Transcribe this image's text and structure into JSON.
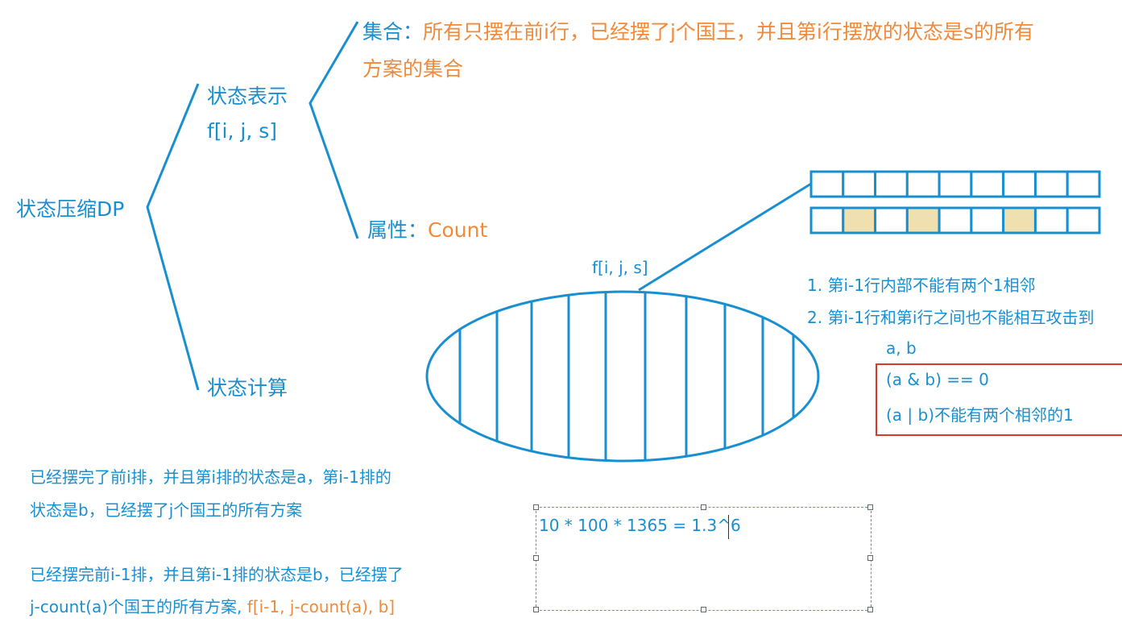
{
  "root": {
    "label": "状态压缩DP"
  },
  "state_repr": {
    "label": "状态表示",
    "notation": "f[i, j, s]"
  },
  "set": {
    "label": "集合：",
    "desc_line1": "所有只摆在前i行，已经摆了j个国王，并且第i行摆放的状态是s的所有",
    "desc_line2": "方案的集合"
  },
  "attribute": {
    "label": "属性：",
    "value": "Count"
  },
  "state_calc": {
    "label": "状态计算"
  },
  "ellipse_label": "f[i, j, s]",
  "grid": {
    "columns": 9,
    "row2_highlighted": [
      2,
      4,
      7
    ],
    "highlight_color": "#f0e0b0"
  },
  "conditions": [
    "1. 第i-1行内部不能有两个1相邻",
    "2. 第i-1行和第i行之间也不能相互攻击到"
  ],
  "ab": "a, b",
  "redbox": [
    "(a & b) == 0",
    "(a | b)不能有两个相邻的1"
  ],
  "notes": {
    "p1_line1": "已经摆完了前i排，并且第i排的状态是a，第i-1排的",
    "p1_line2": "状态是b，已经摆了j个国王的所有方案",
    "p2_line1": "已经摆完前i-1排，并且第i-1排的状态是b，已经摆了",
    "p2_line2a": "j-count(a)个国王的所有方案, ",
    "p2_line2b": "f[i-1, j-count(a), b]"
  },
  "textbox": {
    "value": "10 * 100 * 1365 = 1.3^6"
  }
}
